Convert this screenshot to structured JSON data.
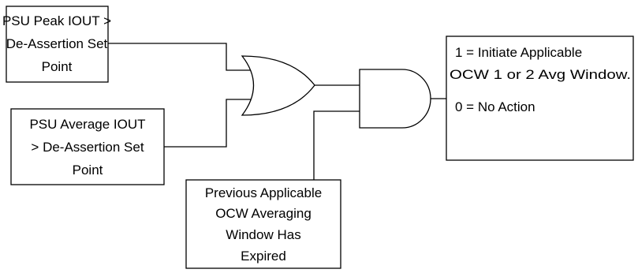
{
  "inputs": {
    "peak": {
      "lines": [
        "PSU Peak IOUT >",
        "De-Assertion Set",
        "Point"
      ]
    },
    "average": {
      "lines": [
        "PSU Average IOUT",
        "> De-Assertion Set",
        "Point"
      ]
    },
    "previous": {
      "lines": [
        "Previous Applicable",
        "OCW Averaging",
        "Window Has",
        "Expired"
      ]
    }
  },
  "gates": {
    "or_gate": "OR",
    "and_gate": "AND"
  },
  "output": {
    "line1": "1 =  Initiate Applicable",
    "line2": "OCW 1 or 2 Avg Window.",
    "line3": "0 =  No Action"
  }
}
